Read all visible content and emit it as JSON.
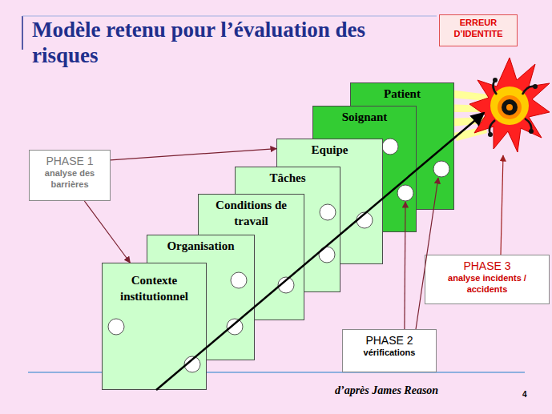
{
  "diagram": {
    "title": "Modèle retenu pour l’évaluation des risques",
    "nodes": [
      {
        "text": [
          "ERREUR D’IDENTITE"
        ]
      },
      {
        "text": [
          "Patient"
        ]
      },
      {
        "text": [
          "Soignant"
        ]
      },
      {
        "text": [
          "Equipe"
        ]
      },
      {
        "text": [
          "Tâches"
        ]
      },
      {
        "text": [
          "Conditions de travail"
        ]
      },
      {
        "text": [
          "Organisation"
        ]
      },
      {
        "text": [
          "Contexte institutionnel"
        ]
      },
      {
        "text": [
          "PHASE 1",
          "analyse des barrières"
        ]
      },
      {
        "text": [
          "PHASE 3",
          "analyse incidents / accidents"
        ]
      },
      {
        "text": [
          "PHASE 2",
          "vérifications"
        ]
      }
    ],
    "edges": [
      {
        "from": 8,
        "to": 3,
        "arrow": "to"
      },
      {
        "from": 8,
        "to": 7,
        "arrow": "to"
      },
      {
        "from": 10,
        "to": 2,
        "arrow": "to"
      },
      {
        "from": 10,
        "to": 1,
        "arrow": "to"
      }
    ],
    "labels": [
      "d’après James Reason",
      "4"
    ]
  }
}
